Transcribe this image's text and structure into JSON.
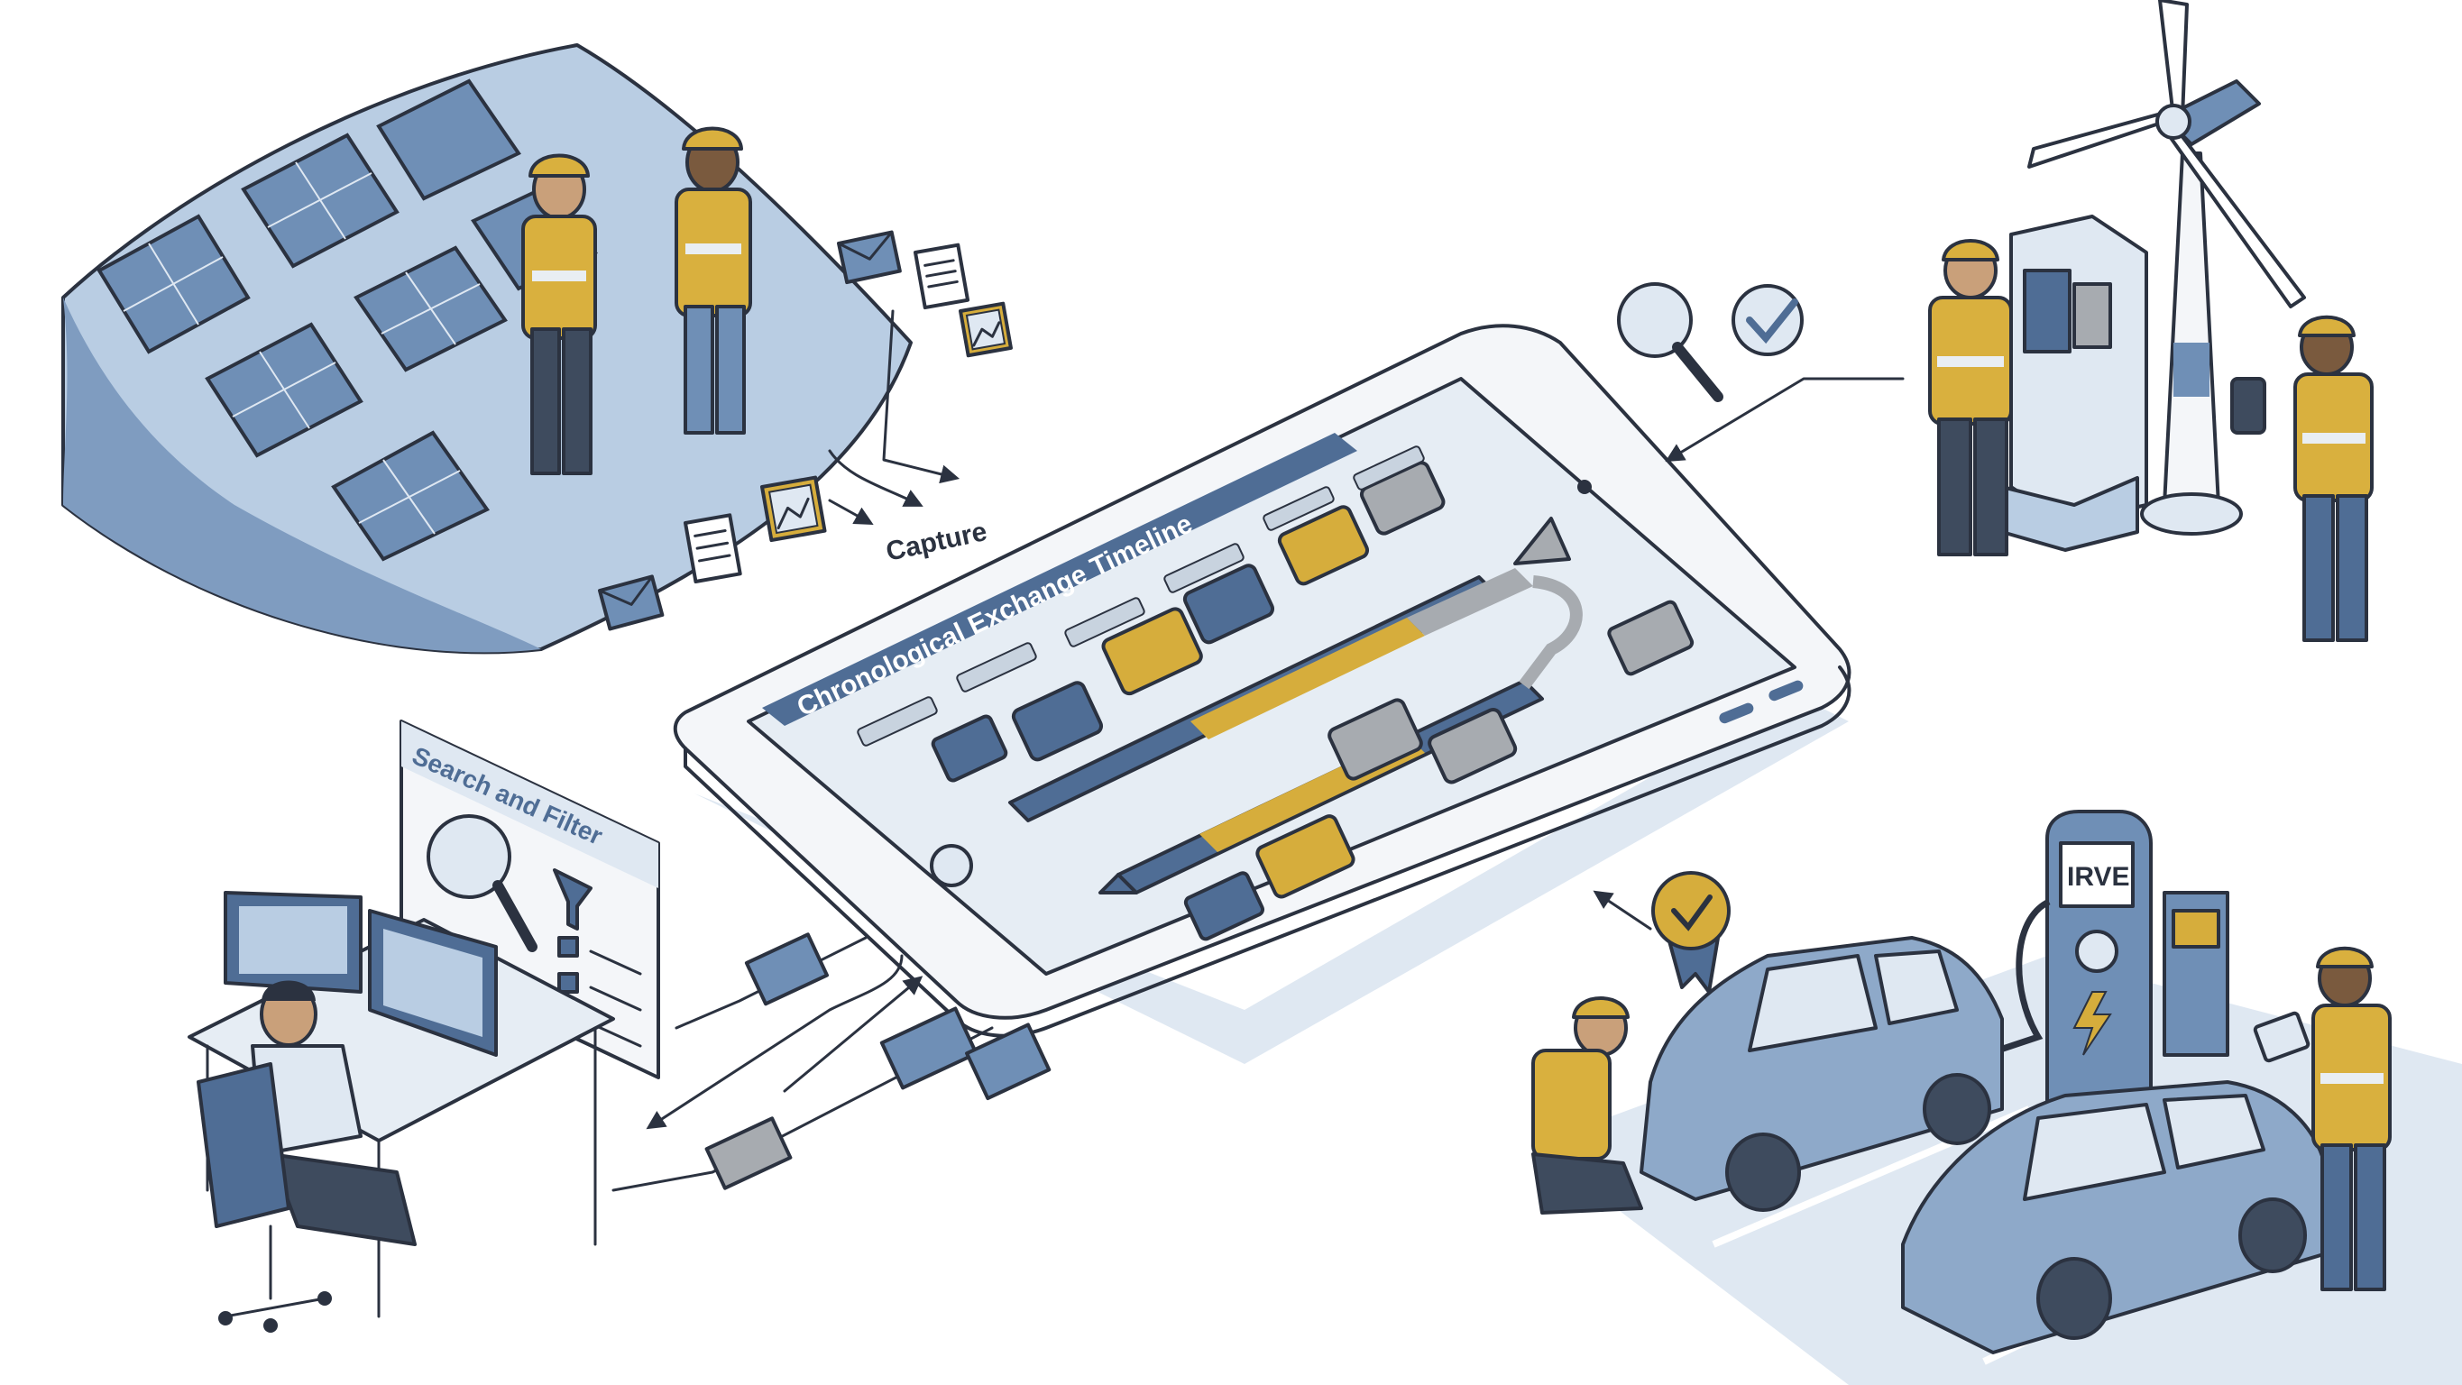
{
  "labels": {
    "capture": "Capture",
    "timeline_title": "Chronological Exchange Timeline",
    "search_filter": "Search and Filter",
    "charger_brand": "IRVE"
  },
  "colors": {
    "navy": "#4f6d95",
    "slate_blue": "#6f8fb6",
    "light_blue": "#b9cde3",
    "pale_blue": "#dfe8f2",
    "gold": "#d6ad3c",
    "gray": "#a7abb0",
    "outline": "#2b3240",
    "vest": "#d9b03e"
  },
  "icons": [
    "envelope-icon",
    "document-icon",
    "image-icon",
    "magnifier-icon",
    "checkmark-icon",
    "certificate-badge-icon",
    "funnel-icon",
    "lightning-icon",
    "stack-icon"
  ]
}
